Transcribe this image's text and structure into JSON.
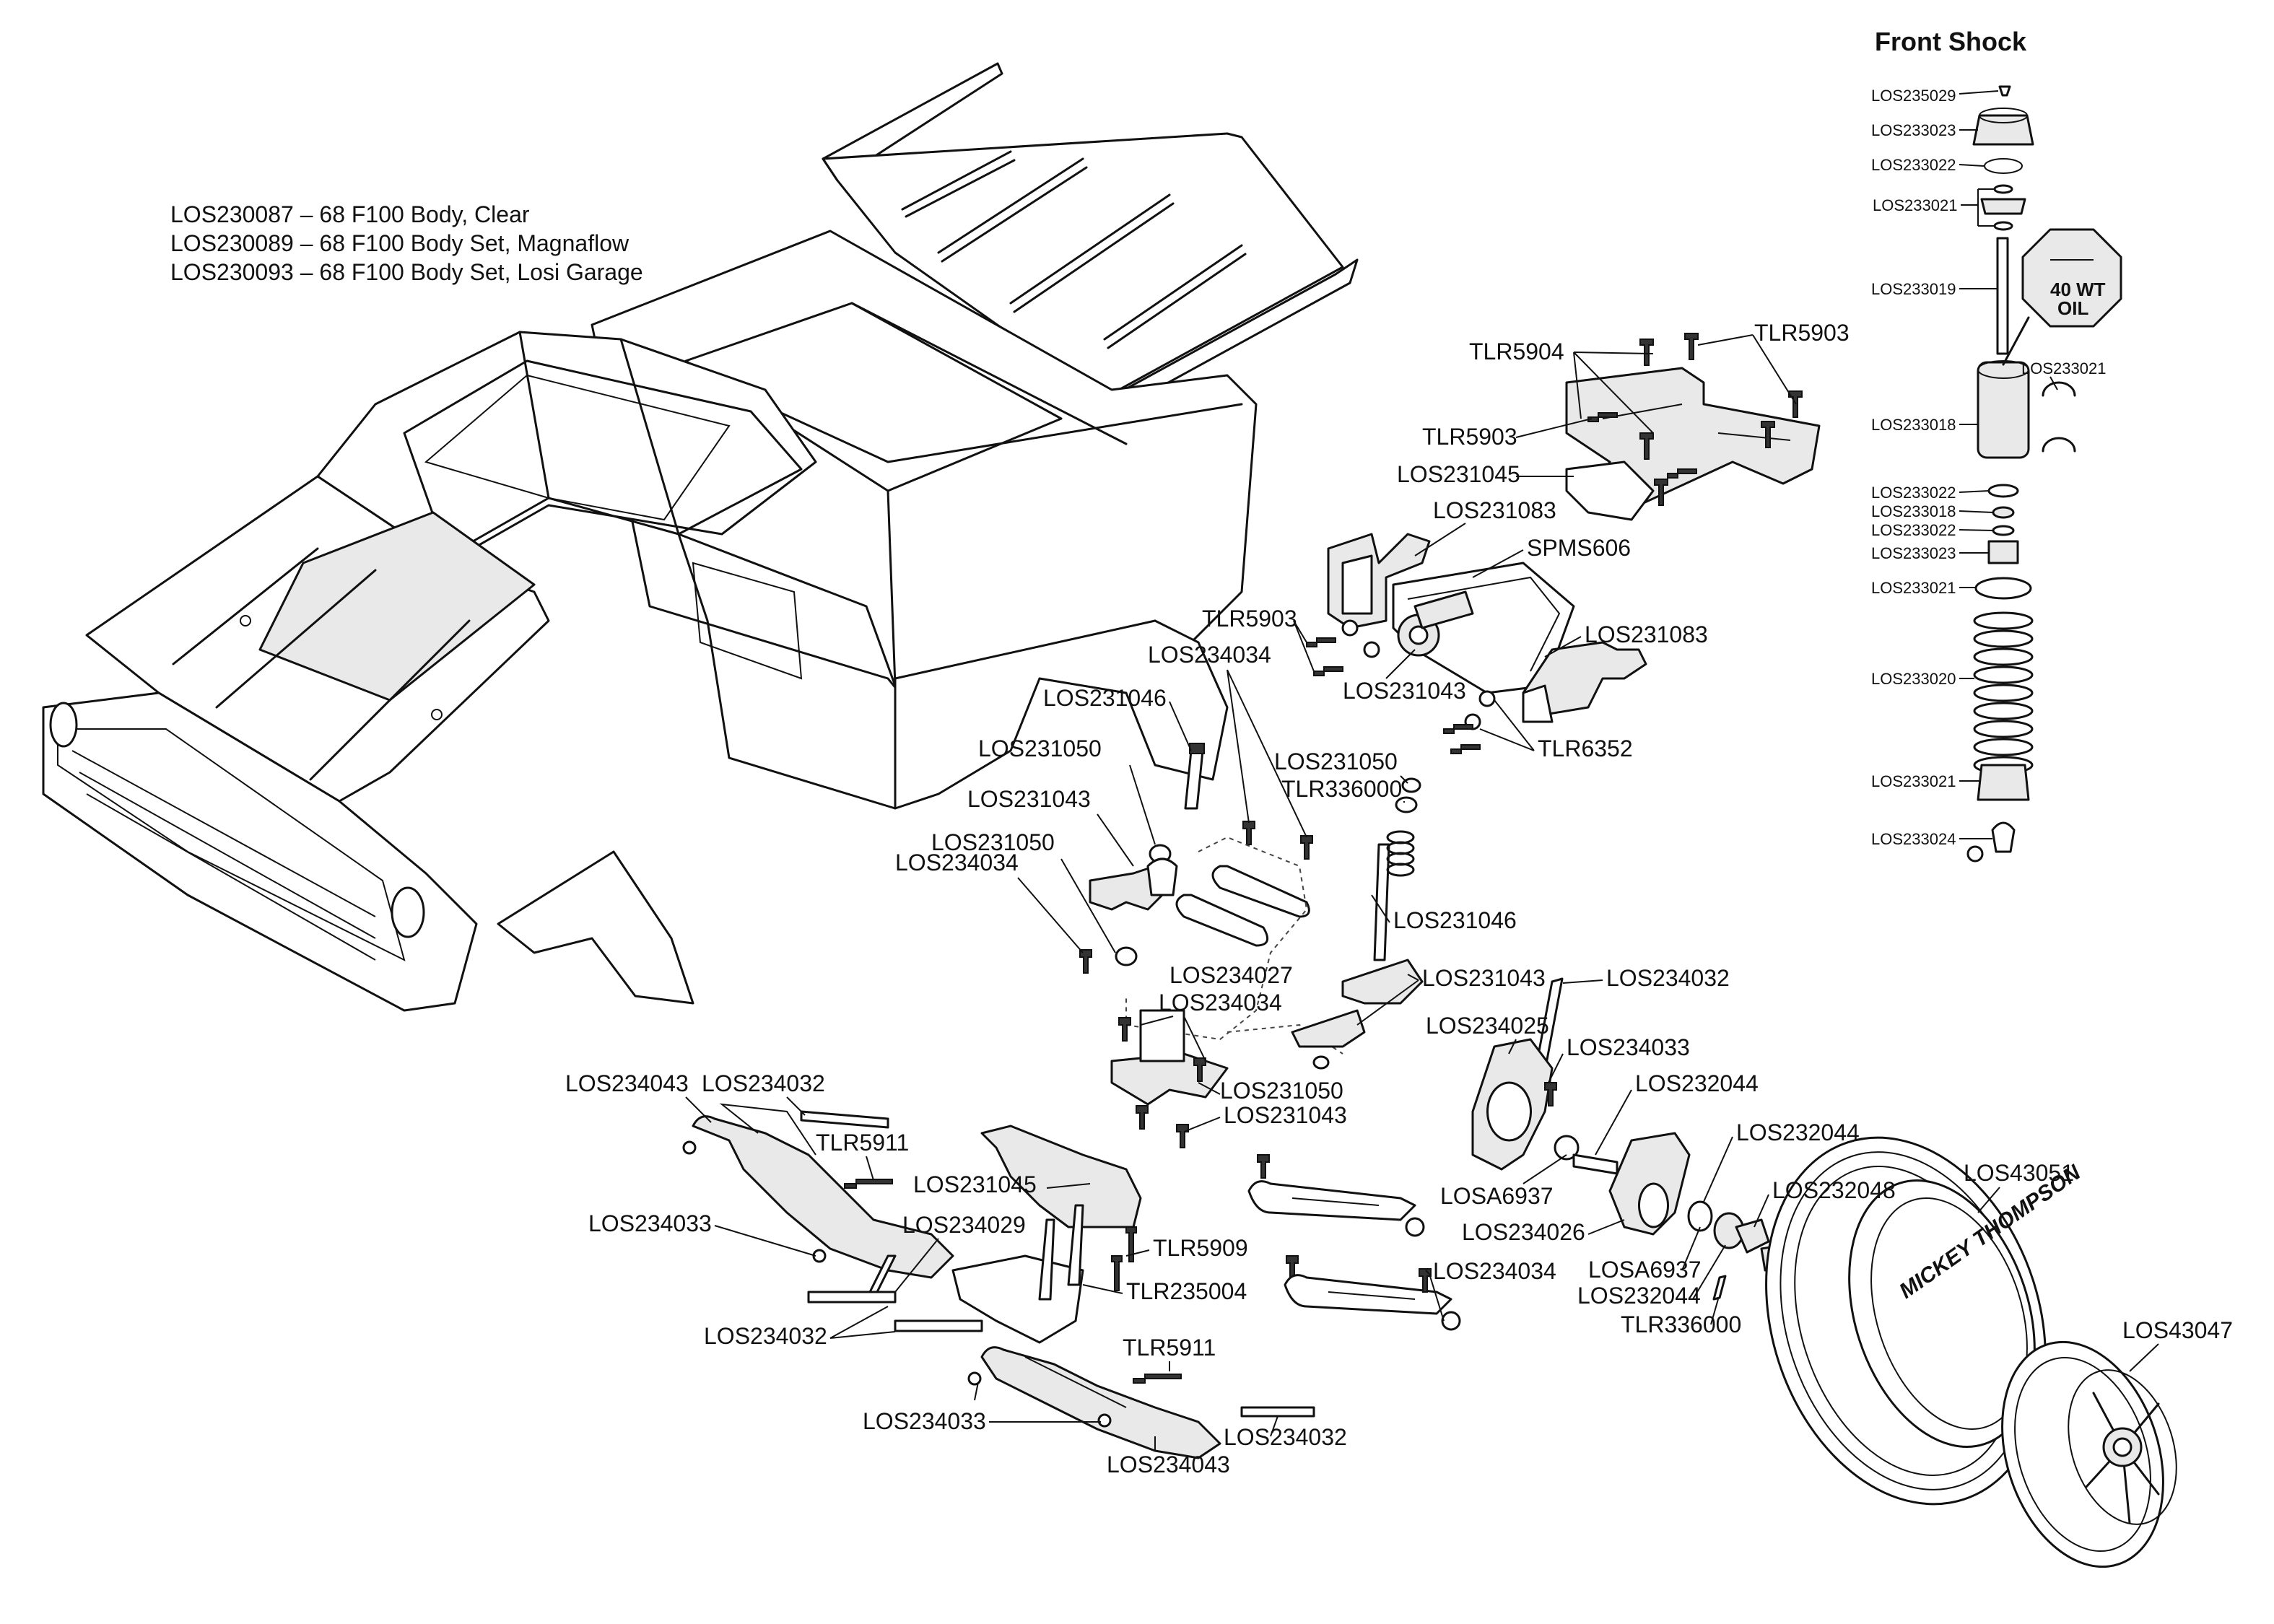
{
  "body_parts": [
    "LOS230087 – 68 F100 Body, Clear",
    "LOS230089 – 68 F100 Body Set, Magnaflow",
    "LOS230093 – 68 F100 Body Set, Losi Garage"
  ],
  "front_shock": {
    "title": "Front Shock",
    "oil_line1": "40 WT",
    "oil_line2": "OIL",
    "parts": {
      "p1": "LOS235029",
      "p2": "LOS233023",
      "p3": "LOS233022",
      "p4": "LOS233021",
      "p5": "LOS233019",
      "p6": "LOS233021",
      "p7": "LOS233018",
      "p8": "LOS233022",
      "p9": "LOS233018",
      "p10": "LOS233022",
      "p11": "LOS233023",
      "p12": "LOS233021",
      "p13": "LOS233020",
      "p14": "LOS233021",
      "p15": "LOS233024"
    }
  },
  "labels": {
    "tlr5904": "TLR5904",
    "tlr5903_a": "TLR5903",
    "tlr5903_b": "TLR5903",
    "los231045_a": "LOS231045",
    "los231083_a": "LOS231083",
    "spms606": "SPMS606",
    "tlr5903_c": "TLR5903",
    "los234034_a": "LOS234034",
    "los231043_a": "LOS231043",
    "los231083_b": "LOS231083",
    "tlr6352": "TLR6352",
    "los231046_a": "LOS231046",
    "los231050_a": "LOS231050",
    "los231043_b": "LOS231043",
    "los231050_b": "LOS231050",
    "los234034_b": "LOS234034",
    "los231050_c": "LOS231050",
    "tlr336000_a": "TLR336000",
    "los231046_b": "LOS231046",
    "los234027": "LOS234027",
    "los234034_c": "LOS234034",
    "los231043_c": "LOS231043",
    "los234032_a": "LOS234032",
    "los234025": "LOS234025",
    "los234033_a": "LOS234033",
    "los231050_d": "LOS231050",
    "los231043_d": "LOS231043",
    "los234043_a": "LOS234043",
    "los234032_b": "LOS234032",
    "tlr5911_a": "TLR5911",
    "los232044_a": "LOS232044",
    "los232044_b": "LOS232044",
    "los231045_b": "LOS231045",
    "los234033_b": "LOS234033",
    "los234029": "LOS234029",
    "tlr5909": "TLR5909",
    "losa6937_a": "LOSA6937",
    "los232048": "LOS232048",
    "los43051": "LOS43051",
    "los234026": "LOS234026",
    "tlr235004": "TLR235004",
    "los234034_d": "LOS234034",
    "losa6937_b": "LOSA6937",
    "los232044_c": "LOS232044",
    "tlr336000_b": "TLR336000",
    "los234032_c": "LOS234032",
    "tlr5911_b": "TLR5911",
    "los43047": "LOS43047",
    "los234033_c": "LOS234033",
    "los234032_d": "LOS234032",
    "los234043_b": "LOS234043"
  },
  "tire_brand": "MICKEY THOMPSON"
}
